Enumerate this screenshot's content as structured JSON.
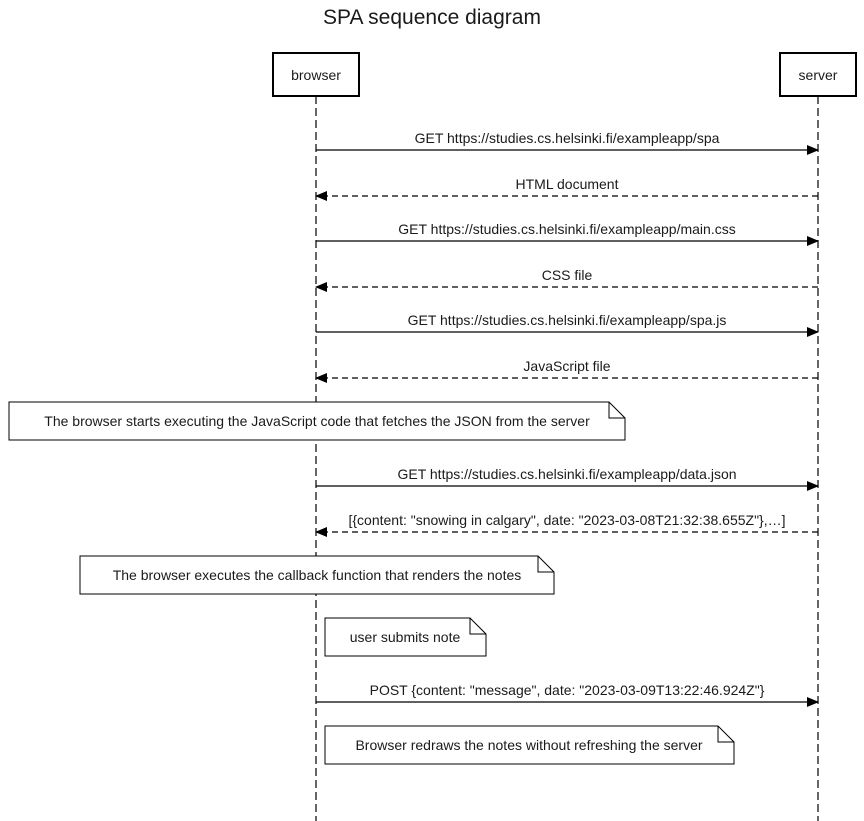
{
  "title": "SPA sequence diagram",
  "participants": {
    "browser": "browser",
    "server": "server"
  },
  "messages": [
    {
      "label": "GET https://studies.cs.helsinki.fi/exampleapp/spa",
      "direction": "request",
      "style": "solid"
    },
    {
      "label": "HTML document",
      "direction": "response",
      "style": "dashed"
    },
    {
      "label": "GET https://studies.cs.helsinki.fi/exampleapp/main.css",
      "direction": "request",
      "style": "solid"
    },
    {
      "label": "CSS file",
      "direction": "response",
      "style": "dashed"
    },
    {
      "label": "GET https://studies.cs.helsinki.fi/exampleapp/spa.js",
      "direction": "request",
      "style": "solid"
    },
    {
      "label": "JavaScript file",
      "direction": "response",
      "style": "dashed"
    },
    {
      "label": "GET https://studies.cs.helsinki.fi/exampleapp/data.json",
      "direction": "request",
      "style": "solid"
    },
    {
      "label": "[{content: \"snowing in calgary\", date: \"2023-03-08T21:32:38.655Z\"},…]",
      "direction": "response",
      "style": "dashed"
    },
    {
      "label": "POST {content: \"message\", date: \"2023-03-09T13:22:46.924Z\"}",
      "direction": "request",
      "style": "solid"
    }
  ],
  "notes": [
    {
      "text": "The browser starts executing the JavaScript code that fetches the JSON from the server"
    },
    {
      "text": "The browser executes the callback function that renders the notes"
    },
    {
      "text": "user submits note"
    },
    {
      "text": "Browser redraws the notes without refreshing the server"
    }
  ]
}
